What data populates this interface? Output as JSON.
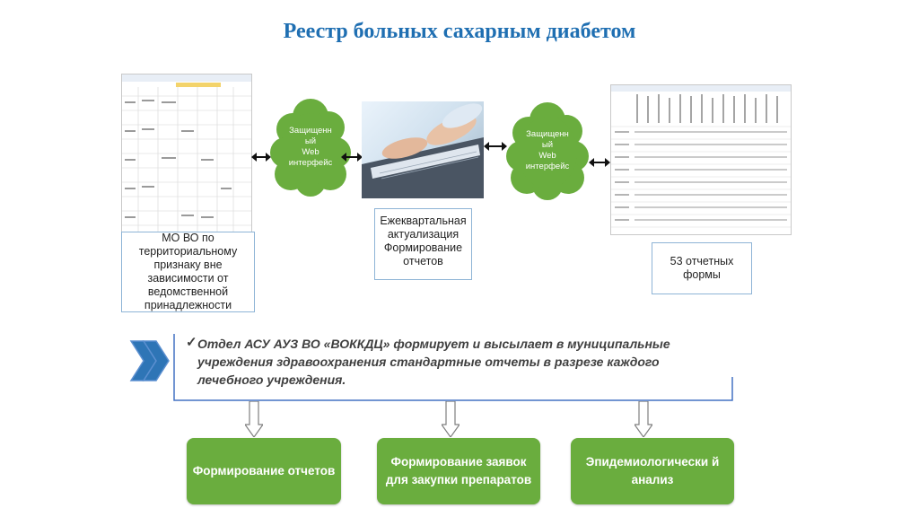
{
  "title": "Реестр больных сахарным диабетом",
  "clouds": [
    {
      "text": "Защищенн\nый\nWeb\nинтерфейс"
    },
    {
      "text": "Защищенн\nый\nWeb\nинтерфейс"
    }
  ],
  "boxes": {
    "mo": "МО ВО по территориальному признаку вне зависимости от ведомственной принадлежности",
    "quarterly": "Ежеквартальная актуализация Формирование отчетов",
    "forms": "53 отчетных формы"
  },
  "statement": {
    "bullet": "✓",
    "text": "Отдел АСУ АУЗ ВО «ВОККДЦ» формирует и высылает  в муниципальные учреждения здравоохранения стандартные отчеты в разрезе каждого лечебного учреждения."
  },
  "outputs": [
    {
      "label": "Формирование отчетов"
    },
    {
      "label": "Формирование заявок  для закупки препаратов"
    },
    {
      "label": "Эпидемиологически й анализ"
    }
  ],
  "colors": {
    "title": "#1f6fb2",
    "cloud": "#6aad3e",
    "green_box": "#6aad3e",
    "chevron": "#2e75b6",
    "box_border": "#8eb4d6"
  }
}
